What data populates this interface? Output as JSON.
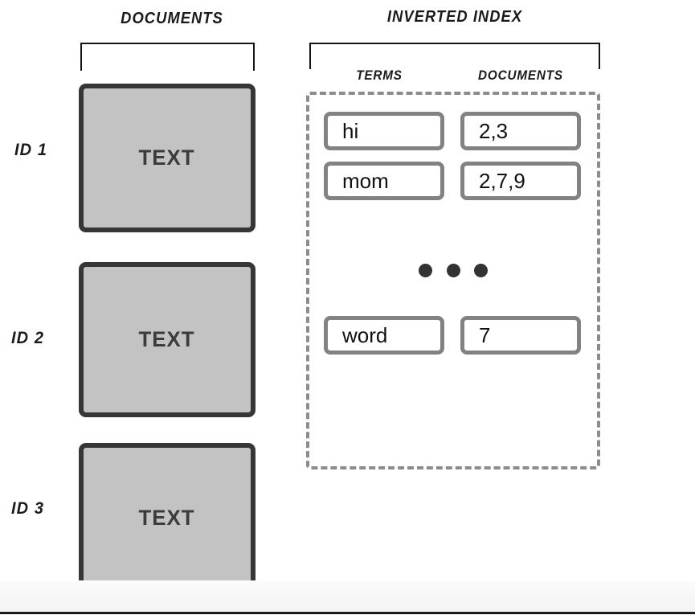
{
  "diagram": {
    "left_panel": {
      "title": "DOCUMENTS",
      "documents": [
        {
          "id_label": "ID 1",
          "body_text": "TEXT"
        },
        {
          "id_label": "ID 2",
          "body_text": "TEXT"
        },
        {
          "id_label": "ID 3",
          "body_text": "TEXT"
        }
      ]
    },
    "right_panel": {
      "title": "INVERTED INDEX",
      "columns": {
        "terms": "TERMS",
        "documents": "DOCUMENTS"
      },
      "rows": [
        {
          "term": "hi",
          "documents": "2,3"
        },
        {
          "term": "mom",
          "documents": "2,7,9"
        },
        {
          "term": "word",
          "documents": "7"
        }
      ],
      "ellipsis": "•••"
    }
  },
  "colors": {
    "doc_fill": "#c3c3c3",
    "doc_border": "#363636",
    "cell_border": "#828282",
    "dashed_border": "#8c8c8c",
    "text_dark": "#1a1a1a",
    "dot": "#333333"
  }
}
